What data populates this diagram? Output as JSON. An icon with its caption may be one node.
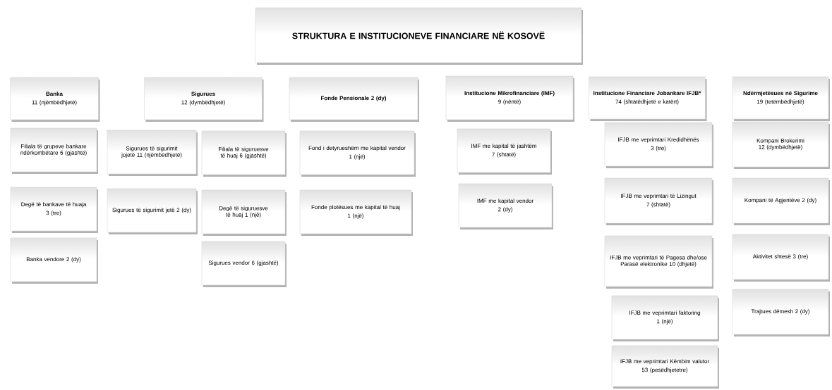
{
  "diagram": {
    "nodes": [
      {
        "text": [
          "STRUKTURA E INSTITUCIONEVE FINANCIARE NË KOSOVË"
        ]
      },
      {
        "text": [
          "Banka",
          "11 (njëmbëdhjetë)"
        ]
      },
      {
        "text": [
          "Sigurues",
          "12 (dymbëdhjetë)"
        ]
      },
      {
        "text": [
          "Fonde Pensionale  2 (dy)"
        ]
      },
      {
        "text": [
          "Institucione Mikrofinanciare (IMF)",
          "9 (nëntë)"
        ]
      },
      {
        "text": [
          "Institucione Financiare Jobankare IFJB*",
          "74 (shtatëdhjetë e katërt)"
        ]
      },
      {
        "text": [
          "Ndërmjetësues në Sigurime",
          "19 (tetëmbëdhjetë)"
        ]
      },
      {
        "text": [
          "Filiala të grupeve bankare ndërkombëtare 6 (gjashtë)"
        ]
      },
      {
        "text": [
          "Degë të bankave të huaja",
          "3 (tre)"
        ]
      },
      {
        "text": [
          "Banka vendore 2 (dy)"
        ]
      },
      {
        "text": [
          "Sigurues të sigurimit jojetë 11 (njëmbëdhjetë)"
        ]
      },
      {
        "text": [
          "Sigurues të sigurimit jetë 2 (dy)"
        ]
      },
      {
        "text": [
          "Filiala të siguruesve të huaj 6 (gjashtë)"
        ]
      },
      {
        "text": [
          "Degë të siguruesve të huaj 1 (një)"
        ]
      },
      {
        "text": [
          "Sigurues vendor 6 (gjashtë)"
        ]
      },
      {
        "text": [
          "Fond i detyrueshëm me kapital vendor",
          "1 (një)"
        ]
      },
      {
        "text": [
          "Fonde plotësues me kapital të huaj",
          "1 (një)"
        ]
      },
      {
        "text": [
          "IMF me kapital të jashtëm",
          "7 (shtatë)"
        ]
      },
      {
        "text": [
          "IMF me kapital vendor",
          "2 (dy)"
        ]
      },
      {
        "text": [
          "IFJB me veprimtari Kredidhënës",
          "3 (tre)"
        ]
      },
      {
        "text": [
          "IFJB me veprimtari të Lizingut",
          "7 (shtatë)"
        ]
      },
      {
        "text": [
          "IFJB me veprimtari të Pagesa dhe/ose Parasë elektronike 10 (dhjetë)"
        ]
      },
      {
        "text": [
          "IFJB me veprimtari faktoring",
          "1 (një)"
        ]
      },
      {
        "text": [
          "IFJB me veprimtari Këmbim valutor",
          "53 (pesëdhjetetre)"
        ]
      },
      {
        "text": [
          "Kompani Brokerimi 12 (dymbëdhjetë)"
        ]
      },
      {
        "text": [
          "Kompani të Agjentëve 2 (dy)"
        ]
      },
      {
        "text": [
          "Aktivitet shtesë 3 (tre)"
        ]
      },
      {
        "text": [
          "Trajtues dëmesh 2 (dy)"
        ]
      }
    ]
  }
}
